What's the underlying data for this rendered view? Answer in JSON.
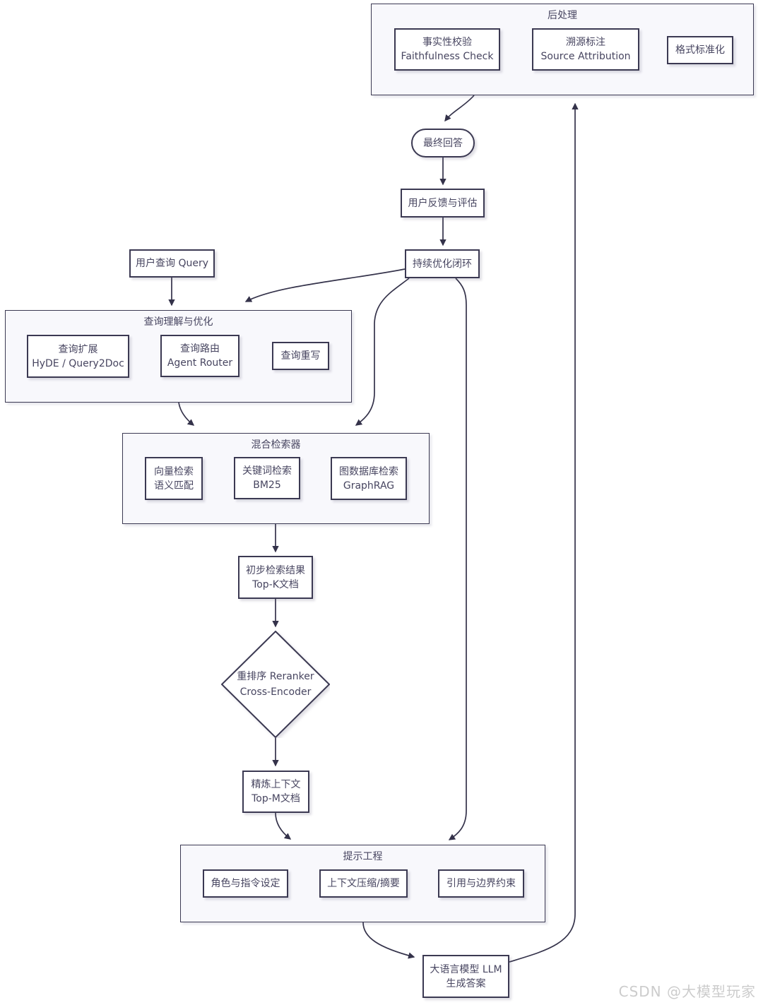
{
  "watermark": "CSDN @大模型玩家",
  "colors": {
    "node_border": "#3b3952",
    "node_fill": "#ffffff",
    "group_fill": "#f8f8fc",
    "edge": "#34324a",
    "text": "#474560",
    "watermark_text": "#cccccc"
  },
  "groups": {
    "post_processing": {
      "label": "后处理"
    },
    "query_understanding": {
      "label": "查询理解与优化"
    },
    "hybrid_retriever": {
      "label": "混合检索器"
    },
    "prompt_engineering": {
      "label": "提示工程"
    }
  },
  "nodes": {
    "faithfulness_check": "事实性校验\nFaithfulness Check",
    "source_attribution": "溯源标注\nSource Attribution",
    "format_standardization": "格式标准化",
    "final_answer": "最终回答",
    "user_feedback": "用户反馈与评估",
    "continuous_optimization": "持续优化闭环",
    "user_query": "用户查询 Query",
    "query_expansion": "查询扩展\nHyDE / Query2Doc",
    "query_routing": "查询路由\nAgent Router",
    "query_rewrite": "查询重写",
    "vector_search": "向量检索\n语义匹配",
    "keyword_search": "关键词检索\nBM25",
    "graph_search": "图数据库检索\nGraphRAG",
    "initial_results": "初步检索结果\nTop-K文档",
    "reranker": "重排序 Reranker\nCross-Encoder",
    "refined_context": "精炼上下文\nTop-M文档",
    "role_instruction": "角色与指令设定",
    "context_compression": "上下文压缩/摘要",
    "citation_constraints": "引用与边界约束",
    "llm_generation": "大语言模型 LLM\n生成答案"
  }
}
